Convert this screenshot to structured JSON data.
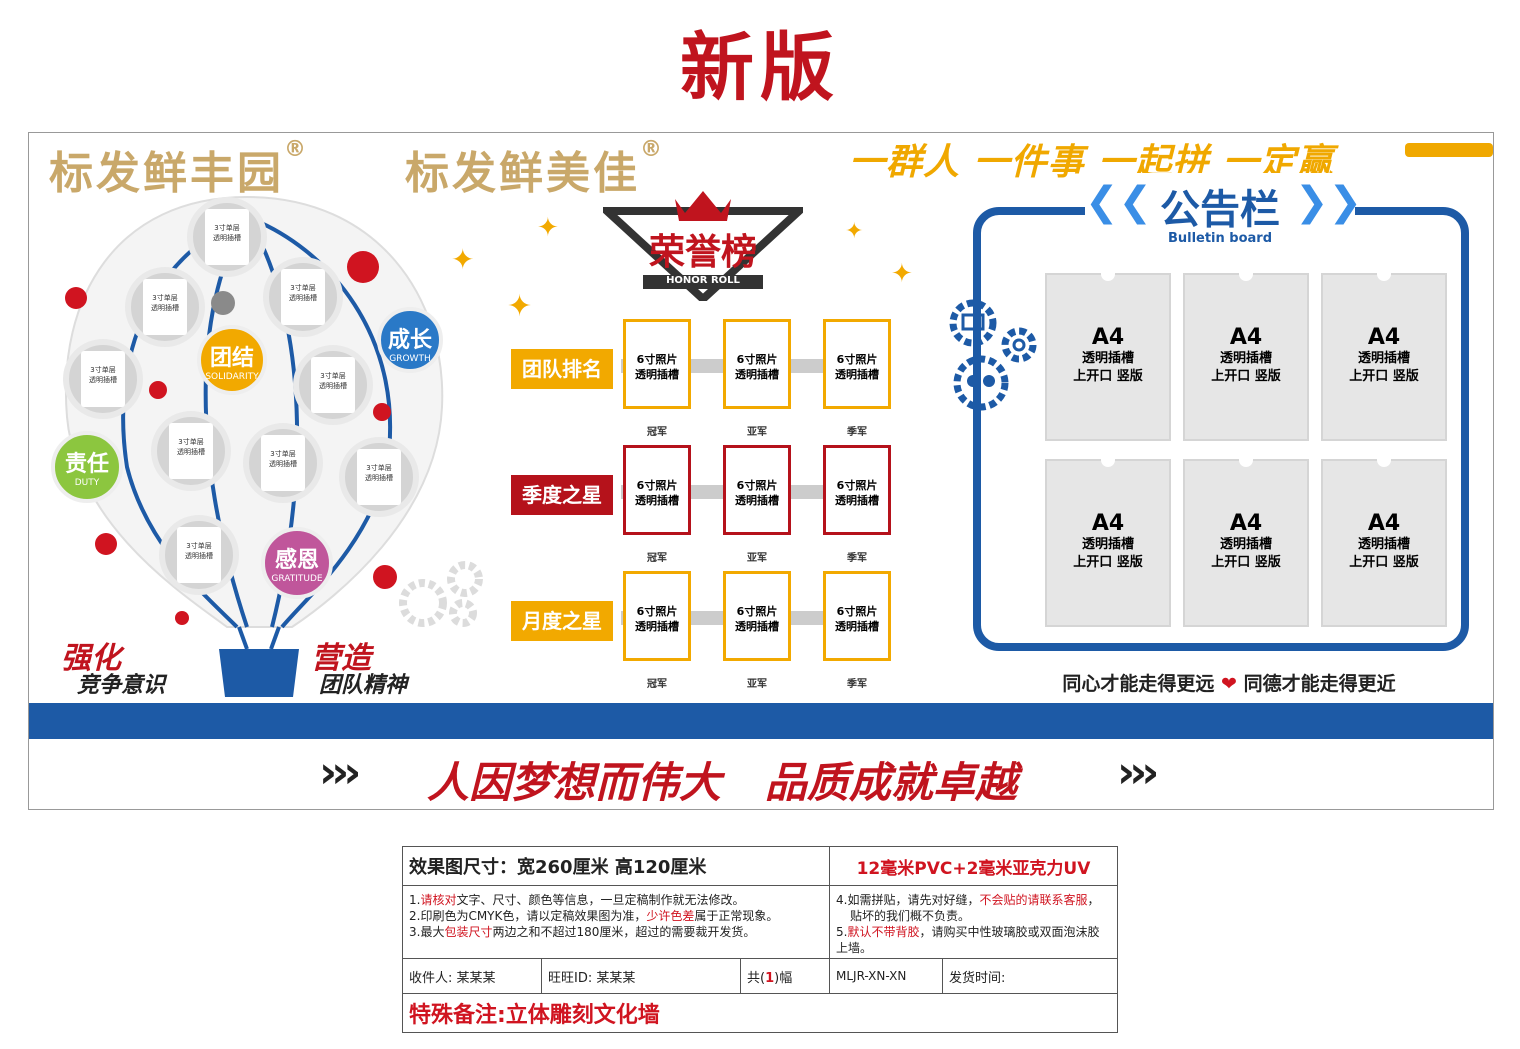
{
  "page_title": "新版",
  "brands": [
    "标发鲜丰园",
    "标发鲜美佳"
  ],
  "registered_mark": "®",
  "slogan_top": "一群人 一件事 一起拼 一定赢",
  "balloon": {
    "photo_slot_text": [
      "3寸单层",
      "透明插槽"
    ],
    "values": [
      {
        "cn": "成长",
        "en": "GROWTH",
        "color": "#2a79c7"
      },
      {
        "cn": "团结",
        "en": "SOLIDARITY",
        "color": "#f2a900"
      },
      {
        "cn": "责任",
        "en": "DUTY",
        "color": "#8cc63f"
      },
      {
        "cn": "感恩",
        "en": "GRATITUDE",
        "color": "#c0569b"
      }
    ],
    "caption_left": [
      "强化",
      "竞争意识"
    ],
    "caption_right": [
      "营造",
      "团队精神"
    ]
  },
  "honor_roll": {
    "title": "荣誉榜",
    "subtitle": "HONOR ROLL",
    "rows": [
      {
        "label": "团队排名",
        "label_color": "#f2a900",
        "frame_color": "#f2a900"
      },
      {
        "label": "季度之星",
        "label_color": "#b5121b",
        "frame_color": "#b5121b"
      },
      {
        "label": "月度之星",
        "label_color": "#f2a900",
        "frame_color": "#f2a900"
      }
    ],
    "frame_text": [
      "6寸照片",
      "透明插槽"
    ],
    "ranks": [
      "冠军",
      "亚军",
      "季军"
    ]
  },
  "bulletin": {
    "title": "公告栏",
    "subtitle": "Bulletin board",
    "slot_title": "A4",
    "slot_lines": [
      "透明插槽",
      "上开口 竖版"
    ],
    "slot_count": 6,
    "motto_left": "同心才能走得更远",
    "motto_right": "同德才能走得更近"
  },
  "bottom_slogan": "人因梦想而伟大   品质成就卓越",
  "bottom_arrows": "›››",
  "info": {
    "size": "效果图尺寸：宽260厘米  高120厘米",
    "material": "12毫米PVC+2毫米亚克力UV",
    "note1_pre": "1.",
    "note1_red": "请核对",
    "note1_post": "文字、尺寸、颜色等信息，一旦定稿制作就无法修改。",
    "note2_pre": "2.印刷色为CMYK色，请以定稿效果图为准，",
    "note2_red": "少许色差",
    "note2_post": "属于正常现象。",
    "note3_pre": "3.最大",
    "note3_red": "包装尺寸",
    "note3_post": "两边之和不超过180厘米，超过的需要裁开发货。",
    "note4_pre": "4.如需拼贴，请先对好缝，",
    "note4_red": "不会贴的请联系客服",
    "note4_post": "，",
    "note4b": "贴坏的我们概不负责。",
    "note5_pre": "5.",
    "note5_red": "默认不带背胶",
    "note5_post": "，请购买中性玻璃胶或双面泡沫胶上墙。",
    "receiver": "收件人: 某某某",
    "wangwang": "旺旺ID: 某某某",
    "count_pre": "共(",
    "count_val": "1",
    "count_post": ")幅",
    "code": "MLJR-XN-XN",
    "ship_time": "发货时间:",
    "remark": "特殊备注:立体雕刻文化墙"
  }
}
